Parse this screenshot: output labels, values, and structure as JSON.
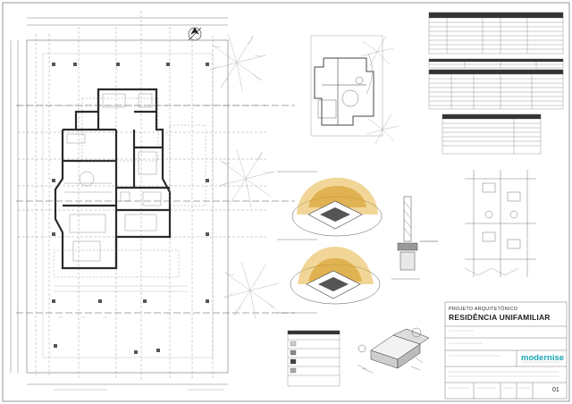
{
  "title_block": {
    "project_type": "PROJETO ARQUITETÔNICO",
    "project_name": "RESIDÊNCIA UNIFAMILIAR",
    "brand": "modernise",
    "sheet_number": "01"
  },
  "colors": {
    "line": "#3a3a3a",
    "light_line": "#9a9a9a",
    "sun_study": "#e0a82e",
    "shadow": "#b07a10",
    "brand": "#1aa6b7"
  }
}
